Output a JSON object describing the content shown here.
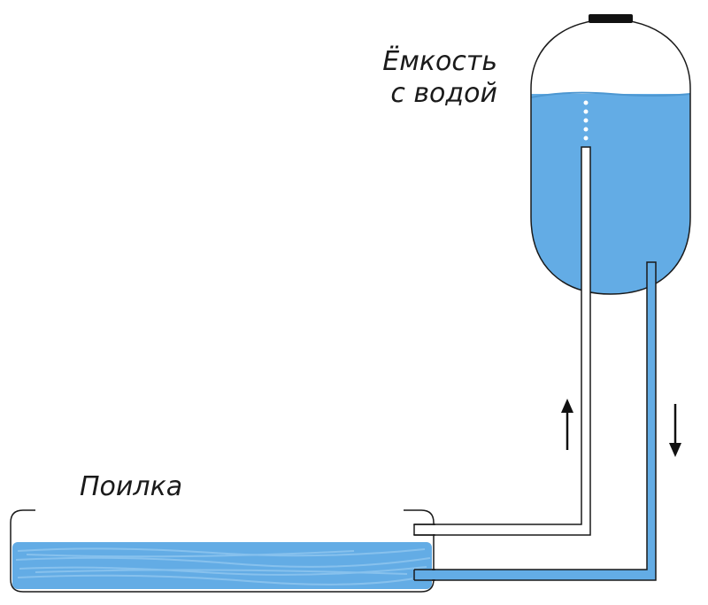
{
  "labels": {
    "tank_line1": "Ёмкость",
    "tank_line2": "с водой",
    "trough": "Поилка"
  },
  "colors": {
    "water": "#63ace5",
    "water_light": "#8cc4ee",
    "outline": "#1a1a1a",
    "cap": "#111111",
    "background": "#ffffff"
  }
}
